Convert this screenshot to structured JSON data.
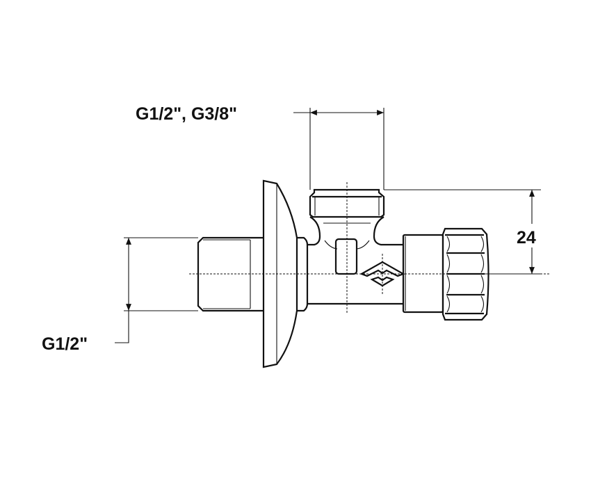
{
  "drawing": {
    "title": "Angle valve technical drawing",
    "dimensions": {
      "top_connection": "G1/2\", G3/8\"",
      "height": "24",
      "inlet": "G1/2\""
    },
    "colors": {
      "line": "#111111",
      "background": "#ffffff"
    }
  }
}
